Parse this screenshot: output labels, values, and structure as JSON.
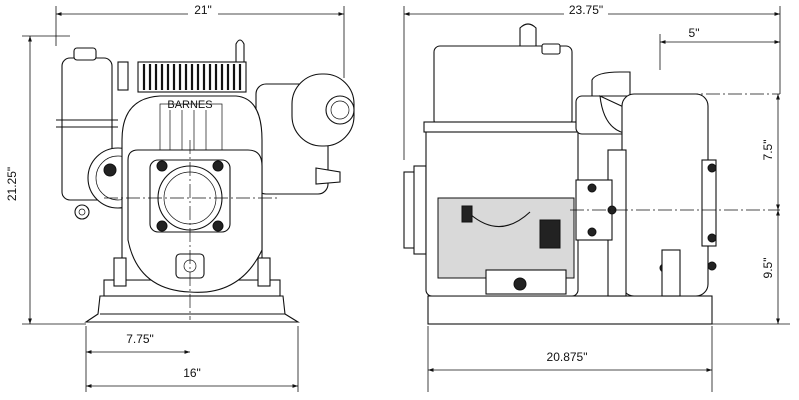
{
  "dimensions": {
    "front_width": "21\"",
    "front_height": "21.25\"",
    "front_base_offset": "7.75\"",
    "front_base_width": "16\"",
    "side_width": "23.75\"",
    "side_discharge_offset": "5\"",
    "side_upper_height": "7.5\"",
    "side_lower_height": "9.5\"",
    "side_base_width": "20.875\""
  },
  "labels": {
    "brand": "BARNES"
  }
}
